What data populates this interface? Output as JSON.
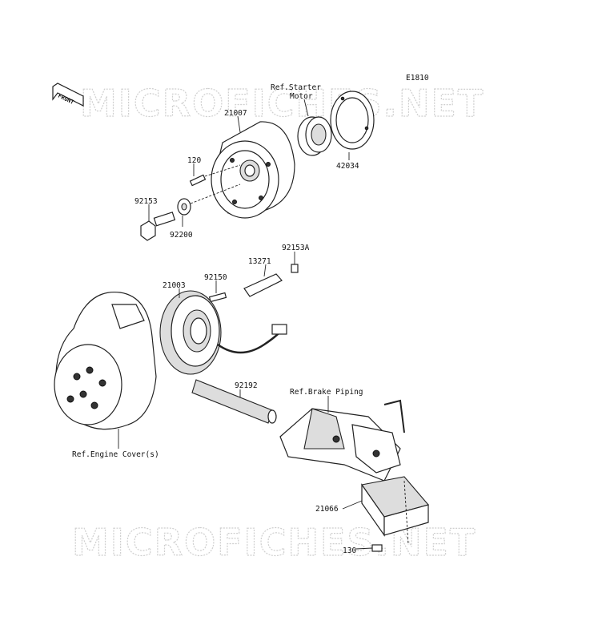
{
  "diagram": {
    "figure_code": "E1810",
    "direction_label": "FRONT",
    "watermark_text": "MICROFICHES.NET",
    "labels": {
      "ref_starter_line1": "Ref.Starter",
      "ref_starter_line2": "Motor",
      "p21007": "21007",
      "p42034": "42034",
      "p120": "120",
      "p92153": "92153",
      "p92200": "92200",
      "p92153a": "92153A",
      "p13271": "13271",
      "p21003": "21003",
      "p92150": "92150",
      "p92192": "92192",
      "ref_brake": "Ref.Brake Piping",
      "ref_engine": "Ref.Engine Cover(s)",
      "p21066": "21066",
      "p130": "130"
    }
  }
}
